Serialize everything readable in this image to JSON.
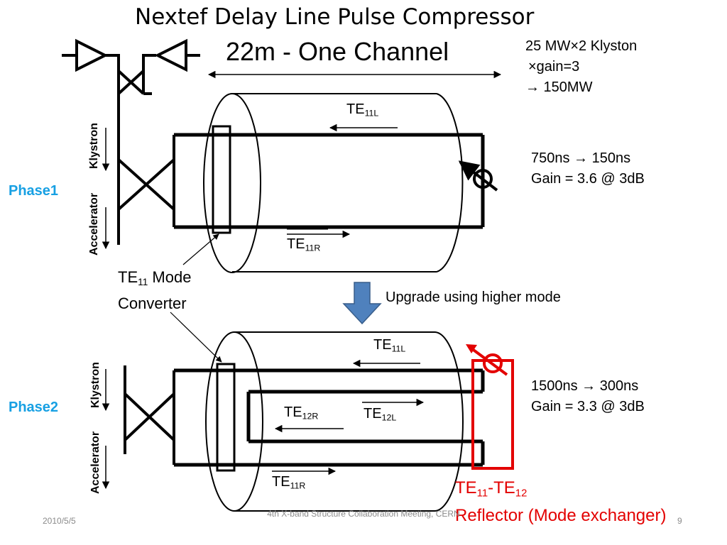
{
  "title": "Nextef Delay Line Pulse Compressor",
  "subtitle": "22m - One Channel",
  "info": {
    "line1": "25 MW×2 Klyston",
    "line2": "×gain=3",
    "line3": "→ 150MW"
  },
  "phase1": {
    "label": "Phase1",
    "result_line1": "750ns → 150ns",
    "result_line2": "Gain = 3.6 @ 3dB",
    "te_top": "TE",
    "te_top_sub": "11L",
    "te_bottom": "TE",
    "te_bottom_sub": "11R",
    "klystron": "Klystron",
    "accelerator": "Accelerator"
  },
  "converter": {
    "te": "TE",
    "sub": "11",
    "mode": " Mode",
    "line2": "Converter"
  },
  "upgrade": "Upgrade using higher mode",
  "phase2": {
    "label": "Phase2",
    "result_line1": "1500ns → 300ns",
    "result_line2": "Gain = 3.3 @ 3dB",
    "te11l": "TE",
    "te11l_sub": "11L",
    "te12r": "TE",
    "te12r_sub": "12R",
    "te12l": "TE",
    "te12l_sub": "12L",
    "te11r": "TE",
    "te11r_sub": "11R",
    "klystron": "Klystron",
    "accelerator": "Accelerator"
  },
  "reflector": {
    "te_a": "TE",
    "sub_a": "11",
    "dash": "-TE",
    "sub_b": "12",
    "line2": "Reflector (Mode exchanger)"
  },
  "footer": {
    "date": "2010/5/5",
    "center": "4th X-band Structure Collaboration Meeting, CERN",
    "page": "9"
  },
  "colors": {
    "phase_label": "#17a0e3",
    "reflector": "#e30000",
    "arrow_fill": "#4f81bd"
  }
}
